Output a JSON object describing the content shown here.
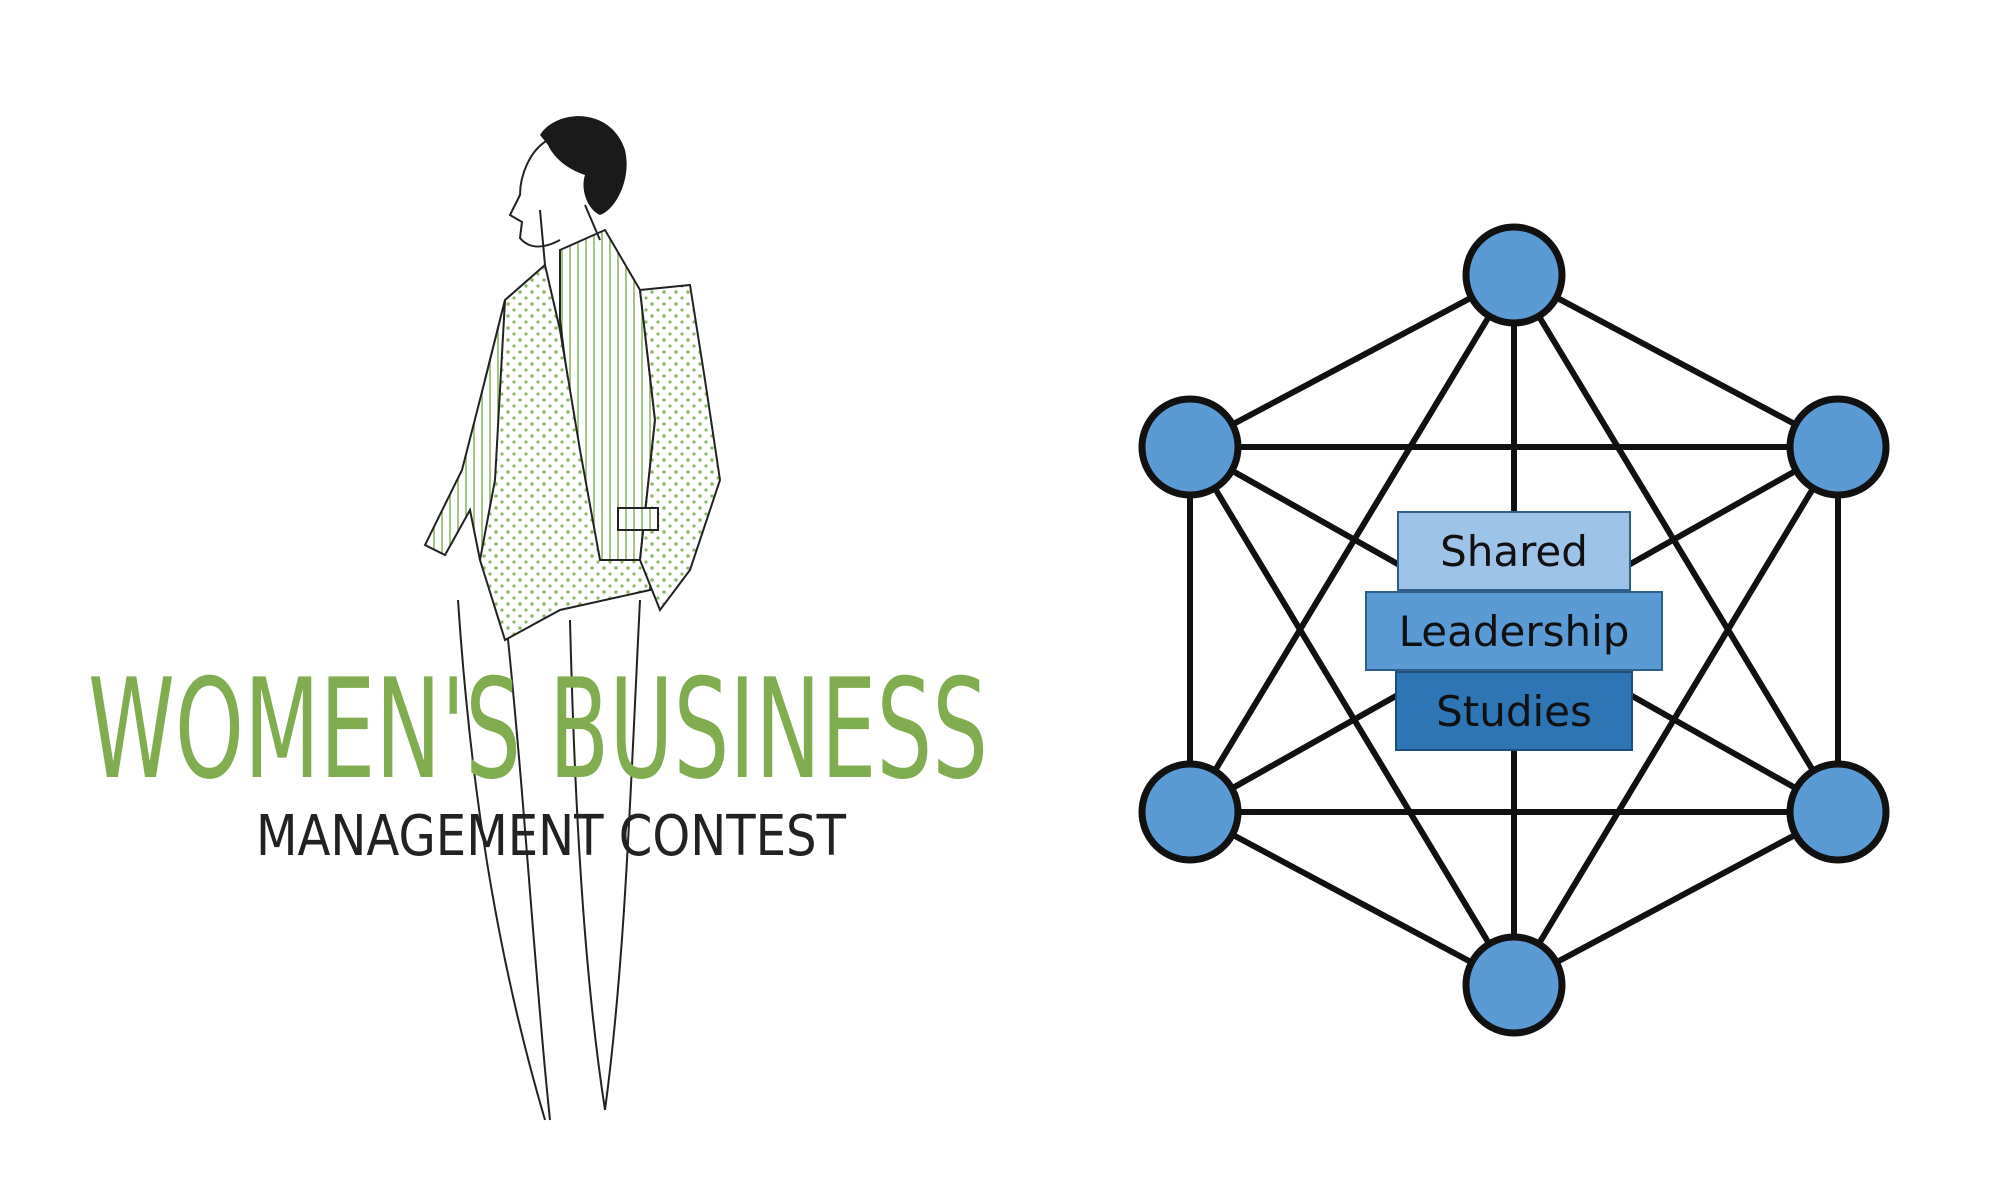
{
  "logo": {
    "title": "WOMEN'S BUSINESS",
    "subtitle": "MANAGEMENT CONTEST",
    "title_color": "#7fad4f",
    "subtitle_color": "#222222"
  },
  "network": {
    "node_fill": "#5b9bd5",
    "node_stroke": "#111111",
    "edge_color": "#111111",
    "stack": [
      {
        "label": "Shared",
        "fill": "#9dc3e6"
      },
      {
        "label": "Leadership",
        "fill": "#5b9bd5"
      },
      {
        "label": "Studies",
        "fill": "#2e75b6"
      }
    ]
  }
}
